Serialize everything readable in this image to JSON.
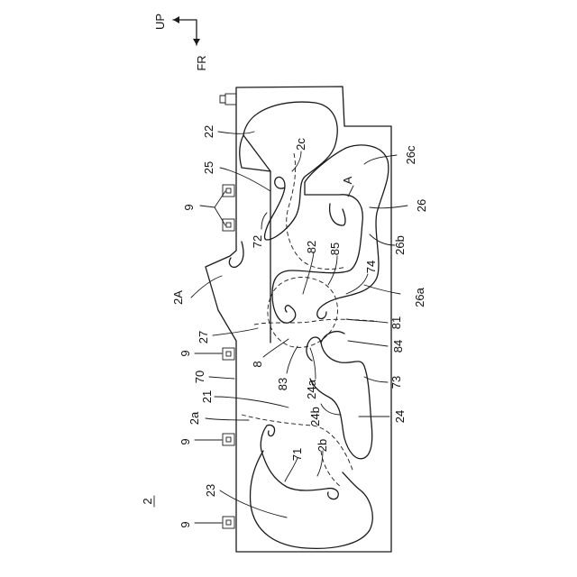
{
  "figure": {
    "fig_label": "2",
    "orientation": {
      "up": "UP",
      "front": "FR"
    },
    "labels": {
      "l22": "22",
      "l2c": "2c",
      "l26c": "26c",
      "l25": "25",
      "lA": "A",
      "l26": "26",
      "l9a": "9",
      "l72": "72",
      "l82": "82",
      "l85": "85",
      "l26b": "26b",
      "l74": "74",
      "l2A": "2A",
      "l26a": "26a",
      "l81": "81",
      "l27": "27",
      "l9b": "9",
      "l8": "8",
      "l84": "84",
      "l70": "70",
      "l83": "83",
      "l24a": "24a",
      "l73": "73",
      "l21": "21",
      "l2a": "2a",
      "l24b": "24b",
      "l24": "24",
      "l9c": "9",
      "l2b": "2b",
      "l71": "71",
      "l23": "23",
      "l9d": "9"
    }
  }
}
